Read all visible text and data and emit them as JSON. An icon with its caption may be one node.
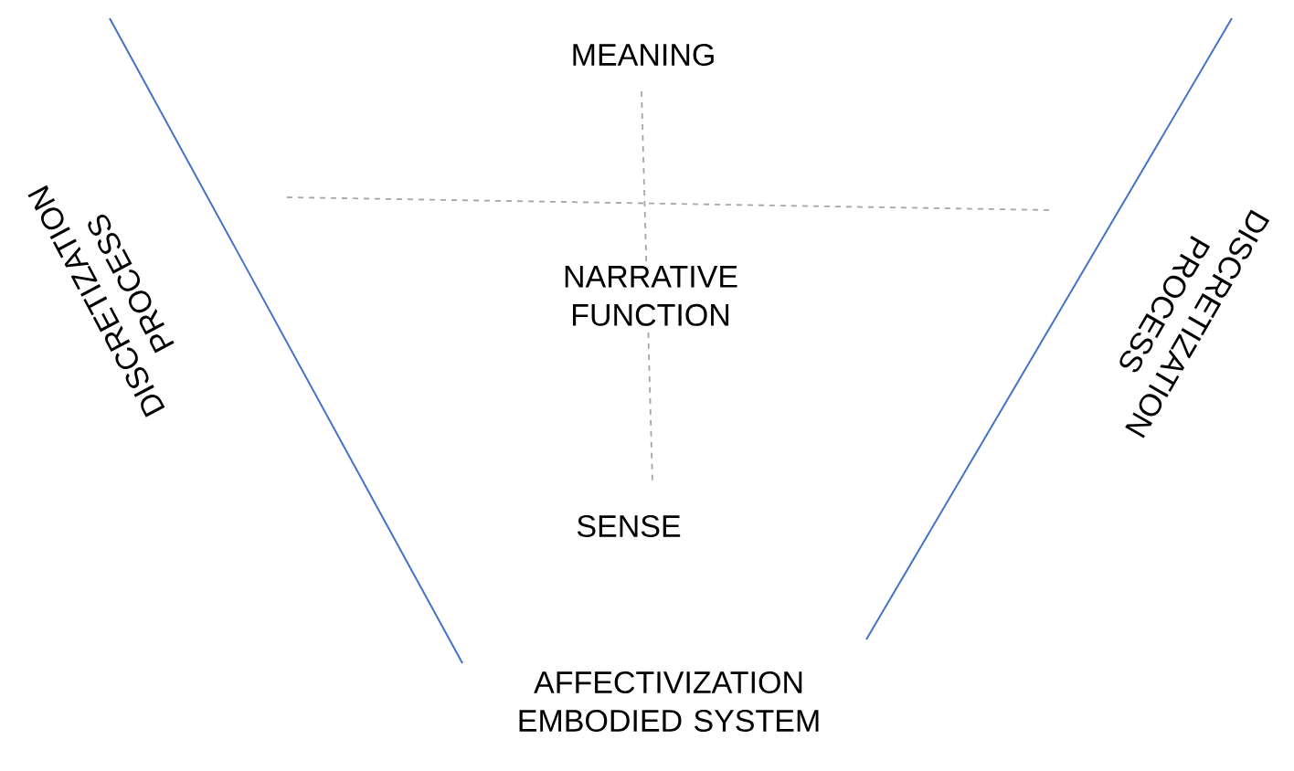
{
  "diagram": {
    "labels": [
      "MEANING",
      "DISCRETIZATION PROCESS",
      "NARRATIVE FUNCTION",
      "DISCRETIZATION PROCESS",
      "SENSE",
      "AFFECTIVIZATION EMBODIED SYSTEM"
    ]
  }
}
